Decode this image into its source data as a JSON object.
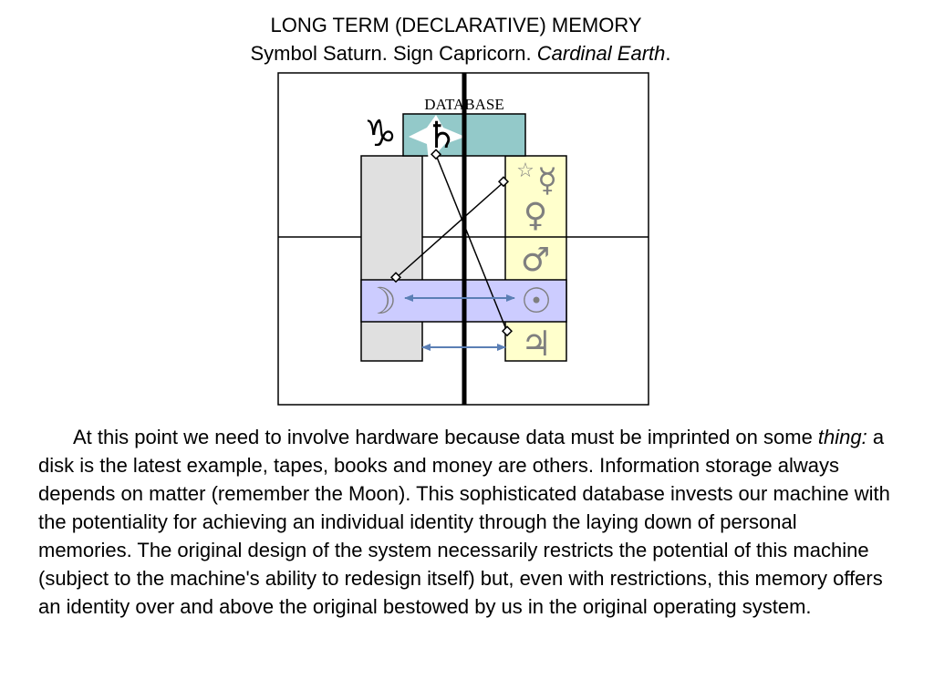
{
  "slide": {
    "title": "LONG TERM (DECLARATIVE) MEMORY",
    "subtitle_plain": "Symbol Saturn. Sign Capricorn. ",
    "subtitle_italic": "Cardinal Earth",
    "subtitle_end": "."
  },
  "diagram": {
    "database_label": "DATABASE",
    "symbols": {
      "capricorn": "♑",
      "saturn": "♄",
      "star": "☆",
      "mercury": "☿",
      "venus": "♀",
      "mars": "♂",
      "moon": "☽",
      "sun": "☉",
      "jupiter": "♃"
    },
    "colors": {
      "database_fill": "#93c9c9",
      "left_column_fill": "#e0e0e0",
      "right_column_fill": "#ffffcc",
      "band_fill": "#ccccff",
      "arrow_color": "#5b7fb5",
      "glyph_color": "#7f7f7f"
    }
  },
  "paragraph": {
    "part1": "At this point we need to involve hardware because data must be imprinted on some ",
    "italic": "thing:",
    "part2": " a disk is the latest example, tapes, books and money are others. Information storage always depends on matter (remember the Moon). This sophisticated database invests our machine with the potentiality for achieving an individual identity through the laying down of personal memories. The original design of the system necessarily restricts the potential of this machine (subject to the machine's ability to redesign itself) but, even with restrictions, this memory offers an identity over and above the original bestowed by us in the original operating system."
  }
}
